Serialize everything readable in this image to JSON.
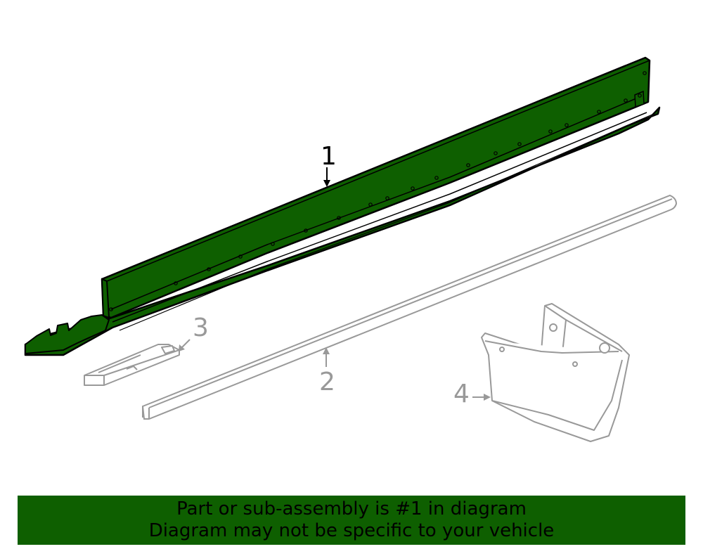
{
  "callouts": [
    {
      "id": "part-1-rocker-molding",
      "label": "1"
    },
    {
      "id": "part-2-seal-strip",
      "label": "2"
    },
    {
      "id": "part-3-clip",
      "label": "3"
    },
    {
      "id": "part-4-mud-flap",
      "label": "4"
    }
  ],
  "colors": {
    "highlight": "#0e5f00",
    "outline_active": "#000000",
    "outline_inactive": "#999999",
    "banner_bg": "#0e5f00"
  },
  "banner": {
    "line1": "Part or sub-assembly is #1 in diagram",
    "line2": "Diagram may not be specific to your vehicle"
  }
}
